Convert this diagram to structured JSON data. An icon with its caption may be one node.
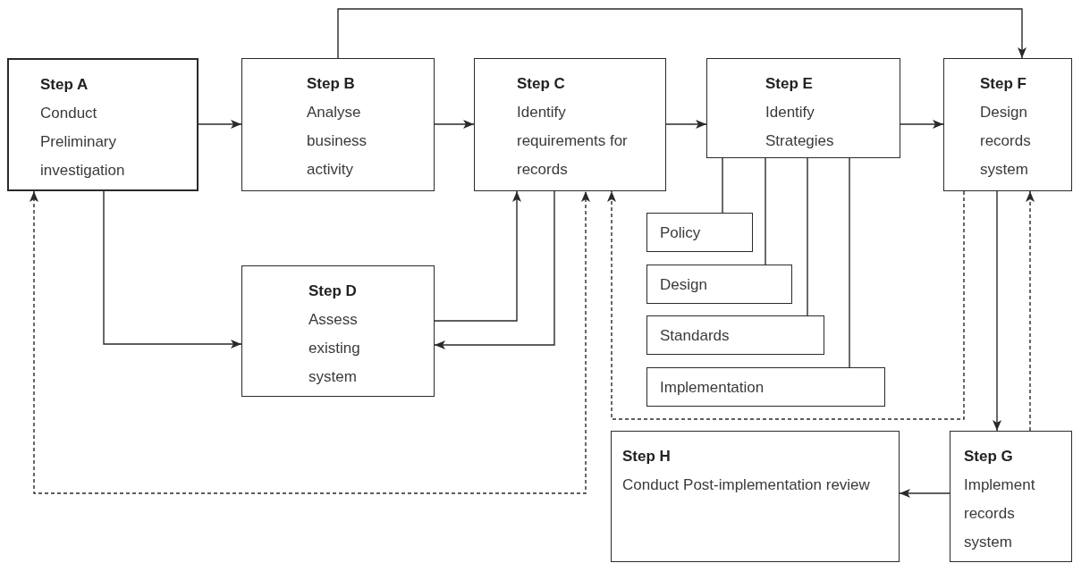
{
  "diagram": {
    "nodes": [
      {
        "text": [
          "Step A",
          "Conduct Preliminary investigation"
        ]
      },
      {
        "text": [
          "Step B",
          "Analyse business activity"
        ]
      },
      {
        "text": [
          "Step C",
          "Identify requirements for records"
        ]
      },
      {
        "text": [
          "Step D",
          "Assess existing system"
        ]
      },
      {
        "text": [
          "Step E",
          "Identify Strategies"
        ]
      },
      {
        "text": [
          "Policy"
        ]
      },
      {
        "text": [
          "Design"
        ]
      },
      {
        "text": [
          "Standards"
        ]
      },
      {
        "text": [
          "Implementation"
        ]
      },
      {
        "text": [
          "Step F",
          "Design records system"
        ]
      },
      {
        "text": [
          "Step H",
          "Conduct Post-implementation review"
        ]
      },
      {
        "text": [
          "Step G",
          "Implement records system"
        ]
      }
    ],
    "edges": [
      {
        "from": 0,
        "to": 1,
        "arrow": "to"
      },
      {
        "from": 1,
        "to": 2,
        "arrow": "to"
      },
      {
        "from": 2,
        "to": 4,
        "arrow": "to"
      },
      {
        "from": 4,
        "to": 9,
        "arrow": "to"
      },
      {
        "from": 1,
        "to": 9,
        "arrow": "to"
      },
      {
        "from": 0,
        "to": 3,
        "arrow": "to"
      },
      {
        "from": 3,
        "to": 2,
        "arrow": "to"
      },
      {
        "from": 2,
        "to": 3,
        "arrow": "to"
      },
      {
        "from": 4,
        "to": 5,
        "arrow": "none"
      },
      {
        "from": 4,
        "to": 6,
        "arrow": "none"
      },
      {
        "from": 4,
        "to": 7,
        "arrow": "none"
      },
      {
        "from": 4,
        "to": 8,
        "arrow": "none"
      },
      {
        "from": 9,
        "to": 11,
        "arrow": "to"
      },
      {
        "from": 11,
        "to": 9,
        "arrow": "to",
        "style": "dashed"
      },
      {
        "from": 11,
        "to": 10,
        "arrow": "to"
      },
      {
        "from": 9,
        "to": 2,
        "arrow": "to",
        "style": "dashed"
      },
      {
        "from": 0,
        "to": 2,
        "arrow": "both",
        "style": "dashed"
      }
    ]
  }
}
